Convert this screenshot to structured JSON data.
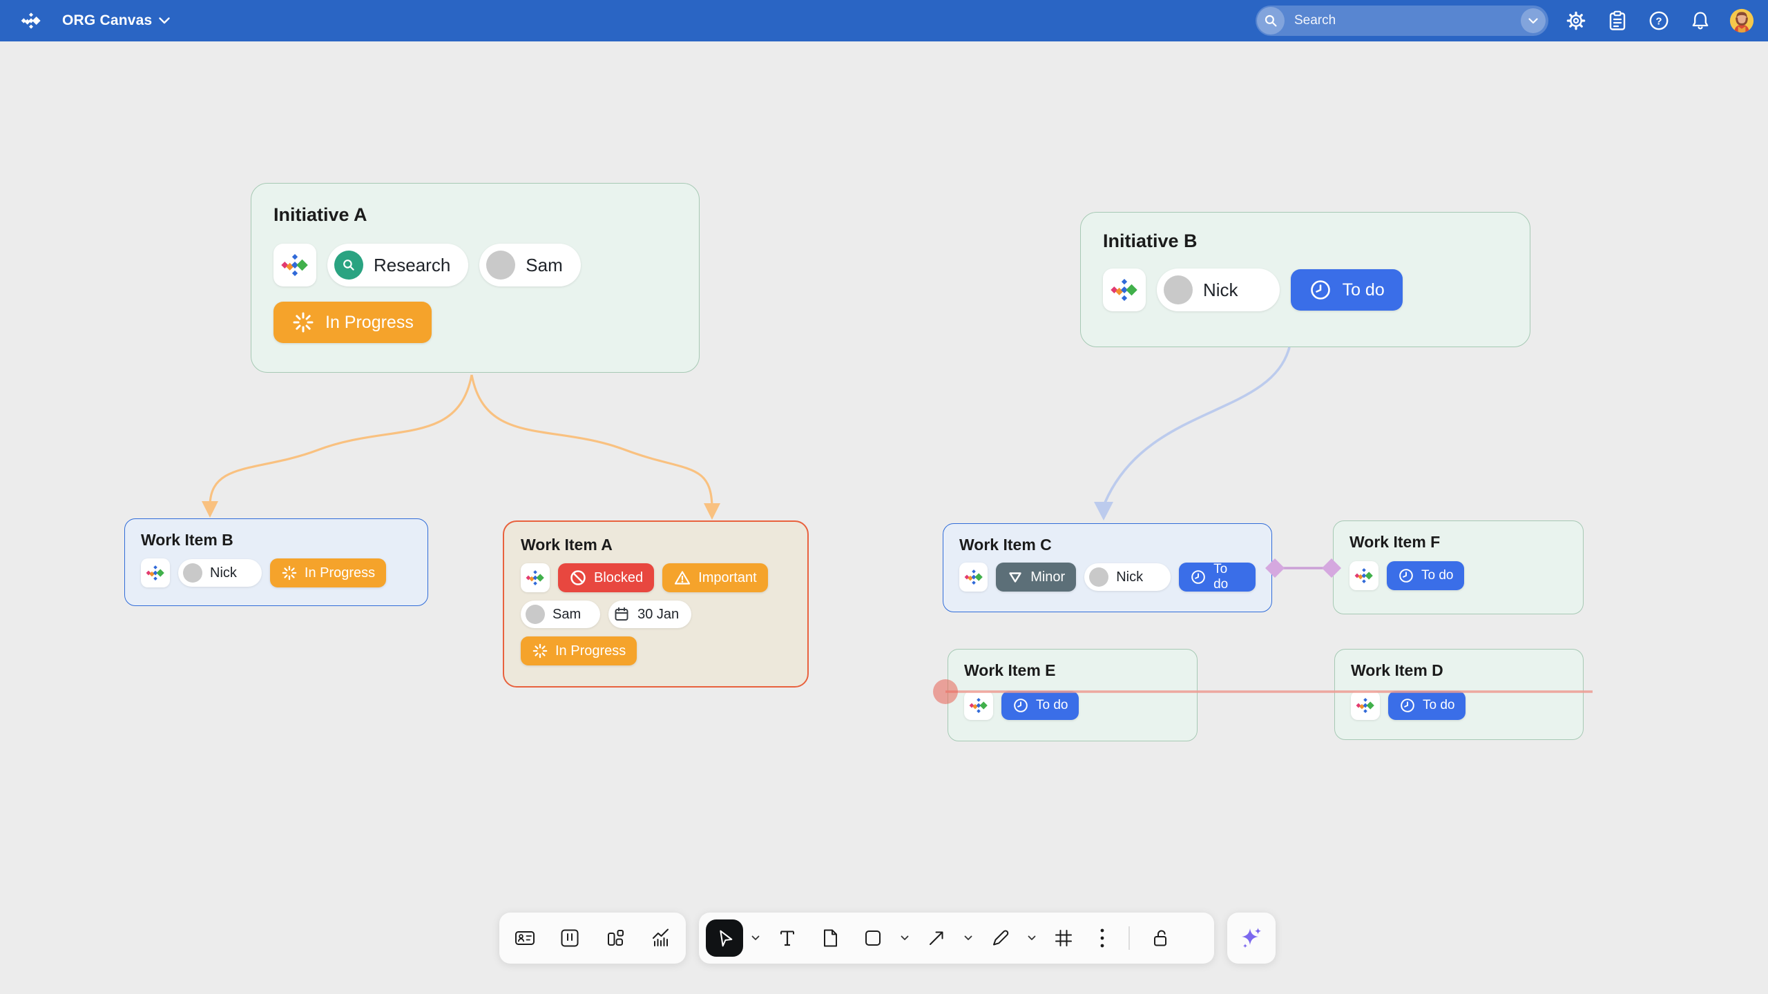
{
  "topbar": {
    "title": "ORG Canvas",
    "search": {
      "placeholder": "Search"
    }
  },
  "canvas": {
    "cards": {
      "initiative_a": {
        "title": "Initiative A",
        "tag": "Research",
        "assignee": "Sam",
        "status": "In Progress"
      },
      "initiative_b": {
        "title": "Initiative B",
        "assignee": "Nick",
        "status": "To do"
      },
      "work_item_b": {
        "title": "Work Item B",
        "assignee": "Nick",
        "status": "In Progress"
      },
      "work_item_a": {
        "title": "Work Item A",
        "flag_blocked": "Blocked",
        "flag_important": "Important",
        "assignee": "Sam",
        "due_date": "30 Jan",
        "status": "In Progress"
      },
      "work_item_c": {
        "title": "Work Item C",
        "priority": "Minor",
        "assignee": "Nick",
        "status": "To do"
      },
      "work_item_f": {
        "title": "Work Item F",
        "status": "To do"
      },
      "work_item_e": {
        "title": "Work Item E",
        "status": "To do"
      },
      "work_item_d": {
        "title": "Work Item D",
        "status": "To do"
      }
    }
  },
  "icons": {
    "topbar": [
      "app-logo-icon",
      "chevron-down-icon",
      "search-icon",
      "dropdown-chevron-icon",
      "gear-icon",
      "clipboard-icon",
      "help-icon",
      "bell-icon",
      "avatar"
    ],
    "chips": [
      "logo-icon",
      "research-magnifier-icon",
      "spinner-icon",
      "clock-icon",
      "blocked-icon",
      "warning-icon",
      "calendar-icon",
      "minor-triangle-icon"
    ],
    "toolbar": [
      "id-card-icon",
      "kanban-icon",
      "blocks-icon",
      "chart-icon",
      "select-cursor-icon",
      "text-icon",
      "document-icon",
      "shape-square-icon",
      "connector-arrow-icon",
      "pen-icon",
      "frame-icon",
      "more-kebab-icon",
      "lock-open-icon",
      "ai-sparkle-icon"
    ]
  },
  "colors": {
    "topbar_blue": "#2A65C4",
    "status_orange": "#F5A32B",
    "status_red": "#E8473F",
    "status_blue": "#3A6EE8",
    "priority_slate": "#5C6F78",
    "tag_green": "#2AA381",
    "mint_card_bg": "#E9F3EE",
    "blue_card_bg": "#E7EEF8",
    "beige_card_bg": "#EDE8DB",
    "connector_orange": "#F9C180",
    "connector_periwinkle": "#BCCBED",
    "connector_purple": "#CBA0D6",
    "connector_red": "#EE9C92",
    "sparkle_purple": "#7B68EE"
  }
}
